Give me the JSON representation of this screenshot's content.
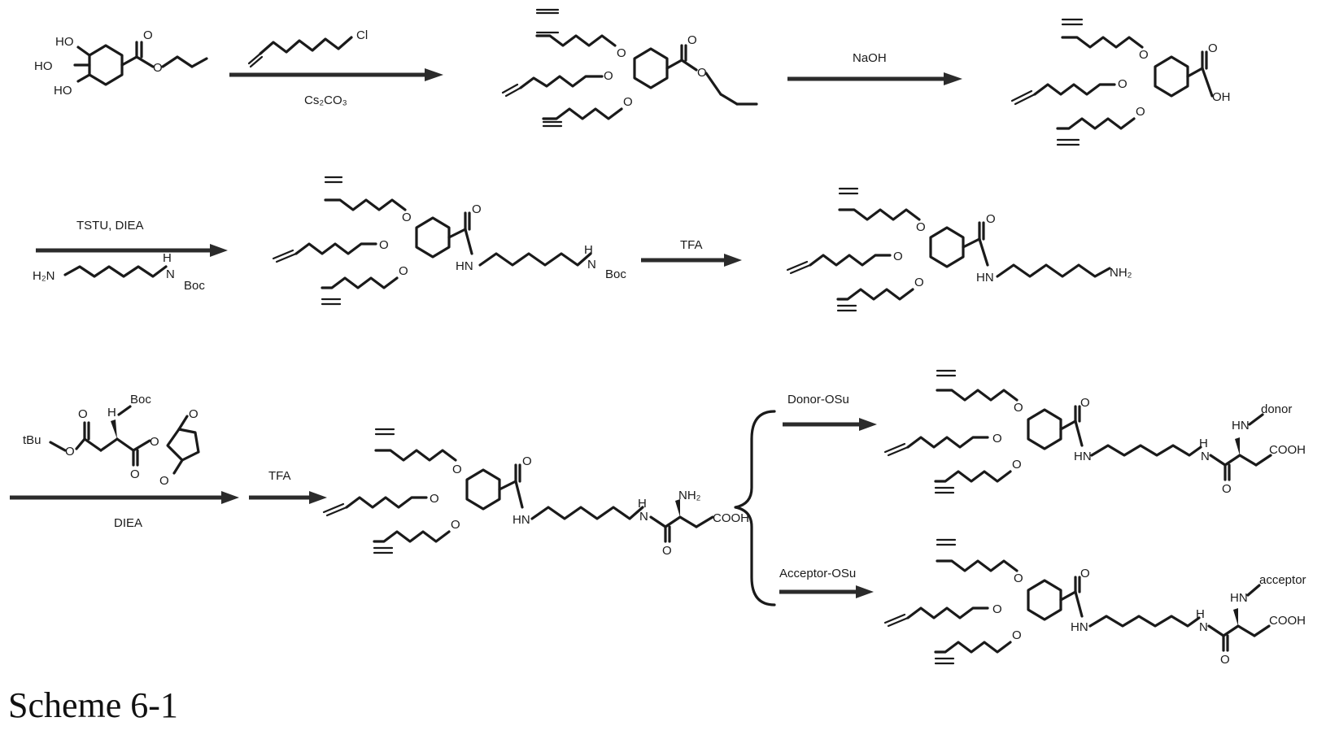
{
  "caption": "Scheme 6-1",
  "reagents": {
    "step1_top": "Cl",
    "step1_bottom": "Cs₂CO₃",
    "step2": "NaOH",
    "step3_top": "TSTU, DIEA",
    "step3_bottom_left": "H₂N",
    "step3_bottom_right": "Boc",
    "step4": "TFA",
    "step5_bottom": "DIEA",
    "step5_boc": "Boc",
    "step5_tbu": "tBu",
    "step6": "TFA",
    "branch_top": "Donor-OSu",
    "branch_bottom": "Acceptor-OSu"
  },
  "atoms": {
    "HO": "HO",
    "O": "O",
    "OH": "OH",
    "NH": "HN",
    "N": "N",
    "H": "H",
    "NH2": "NH₂",
    "COOH": "COOH",
    "donor": "donor",
    "acceptor": "acceptor"
  }
}
